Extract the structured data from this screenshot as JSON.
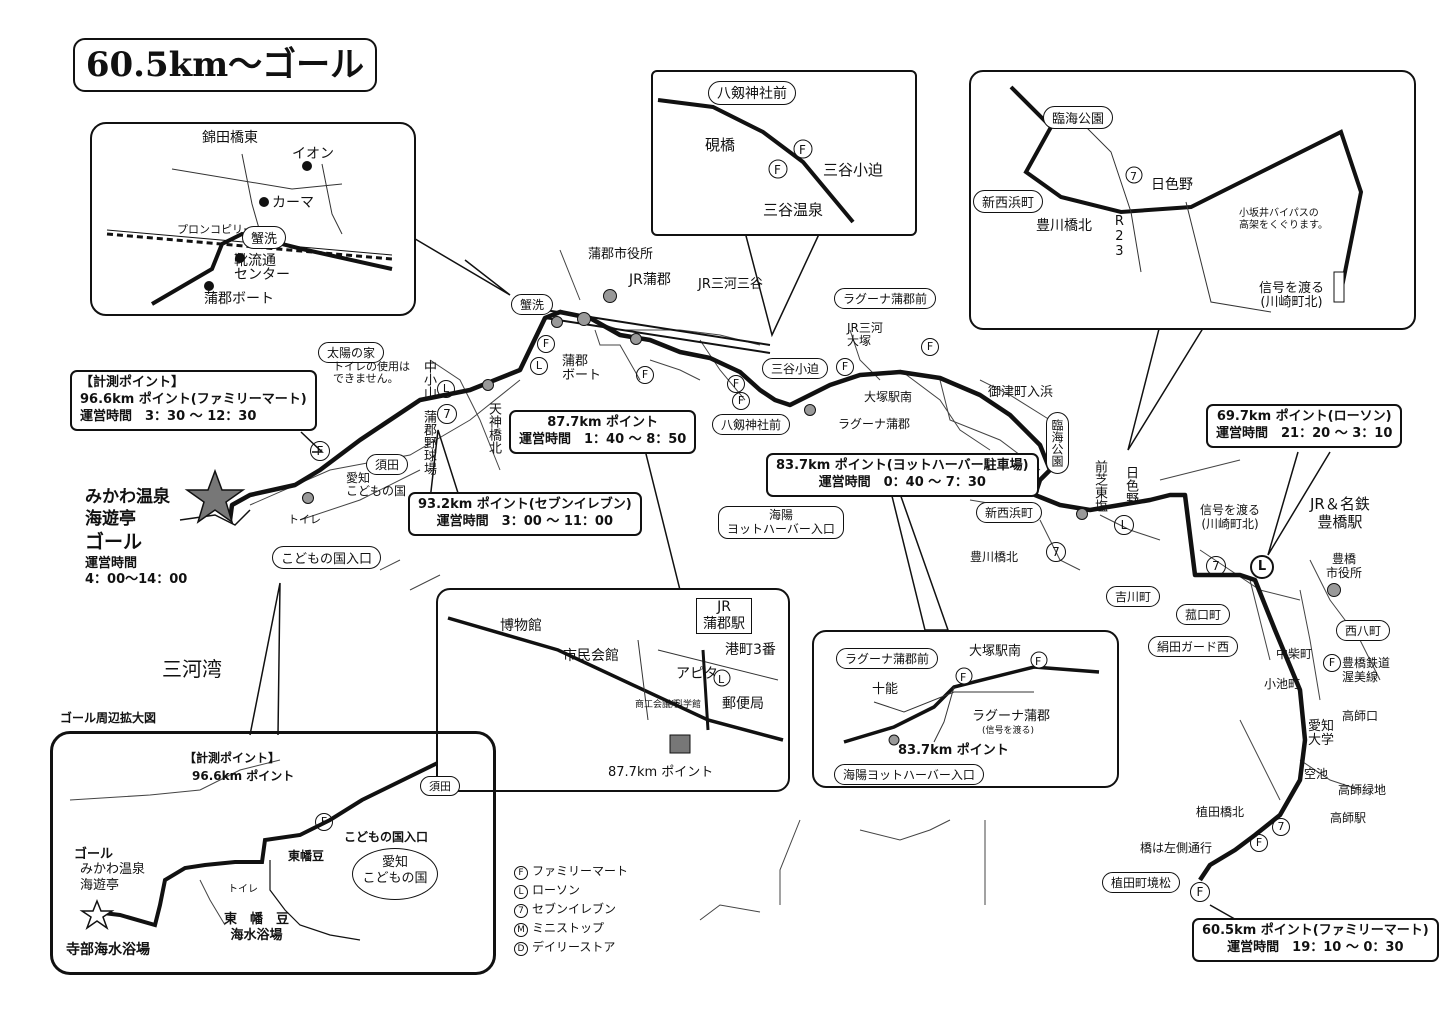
{
  "title": "60.5km～ゴール",
  "sea_label": "三河湾",
  "goal": {
    "name_l1": "みかわ温泉",
    "name_l2": "海遊亭",
    "name_l3": "ゴール",
    "hours_label": "運営時間",
    "hours": "4：00～14：00"
  },
  "points": {
    "p966": {
      "tag": "【計測ポイント】",
      "name": "96.6km ポイント(ファミリーマート)",
      "hours": "運営時間　3：30 ～ 12：30"
    },
    "p932": {
      "name": "93.2km ポイント(セブンイレブン)",
      "hours": "運営時間　3：00 ～ 11：00"
    },
    "p877": {
      "name": "87.7km ポイント",
      "hours": "運営時間　1：40 ～ 8：50"
    },
    "p837": {
      "name": "83.7km ポイント(ヨットハーバー駐車場)",
      "hours": "運営時間　0：40 ～ 7：30"
    },
    "p697": {
      "name": "69.7km ポイント(ローソン)",
      "hours": "運営時間　21：20 ～ 3：10"
    },
    "p605": {
      "name": "60.5km ポイント(ファミリーマート)",
      "hours": "運営時間　19：10 ～ 0：30"
    }
  },
  "main_labels": {
    "gamagori_city": "蒲郡市役所",
    "jr_gamagori": "JR蒲郡",
    "jr_mikawamiya": "JR三河三谷",
    "kanie": "蟹洗",
    "gamagori_boat_1": "蒲郡",
    "gamagori_boat_2": "ボート",
    "taiyo_no_ie": "太陽の家",
    "toilet_note_1": "トイレの使用は",
    "toilet_note_2": "できません。",
    "nakaoyama": "中小山",
    "tenjin": "天神橋北",
    "stadium": "蒲郡野球場",
    "suda": "須田",
    "aichi_kodomo_1": "愛知",
    "aichi_kodomo_2": "こどもの国",
    "toilet": "トイレ",
    "kodomo_entrance": "こどもの国入口",
    "mitani_kohasama": "三谷小迫",
    "hachiken": "八剱神社前",
    "laguna_mae": "ラグーナ蒲郡前",
    "jr_mikawa_otsuka_1": "JR三河",
    "jr_mikawa_otsuka_2": "大塚",
    "otsuka_south": "大塚駅南",
    "laguna": "ラグーナ蒲郡",
    "kaiyo_1": "海陽",
    "kaiyo_2": "ヨットハーバー入口",
    "mitsu_iriha": "御津町入浜",
    "rinkai": "臨海公園",
    "maeshiba": "前芝東塩",
    "hiirono": "日色野",
    "shin_nishihama": "新西浜町",
    "toyokawa_kita": "豊川橋北",
    "signal_1": "信号を渡る",
    "signal_2": "(川崎町北)",
    "jr_meitetsu_1": "JR＆名鉄",
    "jr_meitetsu_2": "豊橋駅",
    "toyohashi_city_1": "豊橋",
    "toyohashi_city_2": "市役所",
    "yoshikawa": "吉川町",
    "hankuchi": "菰口町",
    "kinuta": "絹田ガード西",
    "nishihacho": "西八町",
    "nakashiba": "中柴町",
    "koikecho": "小池町",
    "toyotetsu_1": "豊橋鉄道",
    "toyotetsu_2": "渥美線",
    "takashiguchi": "高師口",
    "aichi_univ_1": "愛知",
    "aichi_univ_2": "大学",
    "kuike": "空池",
    "takashi_ryokuchi": "高師緑地",
    "takashi_eki": "高師駅",
    "ueda_kita": "植田橋北",
    "bridge_note": "橋は左側通行",
    "ueda_sakai": "植田町境松"
  },
  "inset_kanie": {
    "nishikida": "錦田橋東",
    "aeon": "イオン",
    "karma": "カーマ",
    "promenade": "プロンコピリー",
    "kanie": "蟹洗",
    "kutsu_1": "靴流通",
    "kutsu_2": "センター",
    "boat": "蒲郡ボート"
  },
  "inset_hachiken": {
    "hachiken": "八剱神社前",
    "suzuri": "硯橋",
    "mitani_kohasama": "三谷小迫",
    "mitani_onsen": "三谷温泉"
  },
  "inset_rinkai": {
    "rinkai": "臨海公園",
    "shin_nishihama": "新西浜町",
    "hiirono": "日色野",
    "toyokawa_kita": "豊川橋北",
    "r23": "R23",
    "bypass_1": "小坂井バイパスの",
    "bypass_2": "高架をくぐります。",
    "signal_1": "信号を渡る",
    "signal_2": "(川崎町北)"
  },
  "inset_jr": {
    "jr_1": "JR",
    "jr_2": "蒲郡駅",
    "museum": "博物館",
    "civic_hall": "市民会館",
    "apita": "アピタ",
    "minato": "港町3番",
    "post": "郵便局",
    "chamber": "商工会議所",
    "science": "科学館",
    "point": "87.7km ポイント"
  },
  "inset_laguna": {
    "laguna_mae": "ラグーナ蒲郡前",
    "otsuka_south": "大塚駅南",
    "juno": "十能",
    "laguna": "ラグーナ蒲郡",
    "signal": "(信号を渡る)",
    "point": "83.7km ポイント",
    "kaiyo": "海陽ヨットハーバー入口"
  },
  "inset_goal": {
    "header": "ゴール周辺拡大図",
    "tag": "【計測ポイント】",
    "point": "96.6km ポイント",
    "suda": "須田",
    "kodomo_entrance": "こどもの国入口",
    "higashi_hazu": "東幡豆",
    "aichi_1": "愛知",
    "aichi_2": "こどもの国",
    "goal": "ゴール",
    "onsen": "みかわ温泉",
    "kaiyutei": "海遊亭",
    "toilet": "トイレ",
    "beach_1": "東　幡　豆",
    "beach_2": "海水浴場",
    "terabe": "寺部海水浴場"
  },
  "legend": [
    {
      "symbol": "F",
      "label": "ファミリーマート"
    },
    {
      "symbol": "L",
      "label": "ローソン"
    },
    {
      "symbol": "7",
      "label": "セブンイレブン"
    },
    {
      "symbol": "M",
      "label": "ミニストップ"
    },
    {
      "symbol": "D",
      "label": "デイリーストア"
    }
  ],
  "colors": {
    "ink": "#111111",
    "star": "#777777",
    "poi": "#999999"
  }
}
